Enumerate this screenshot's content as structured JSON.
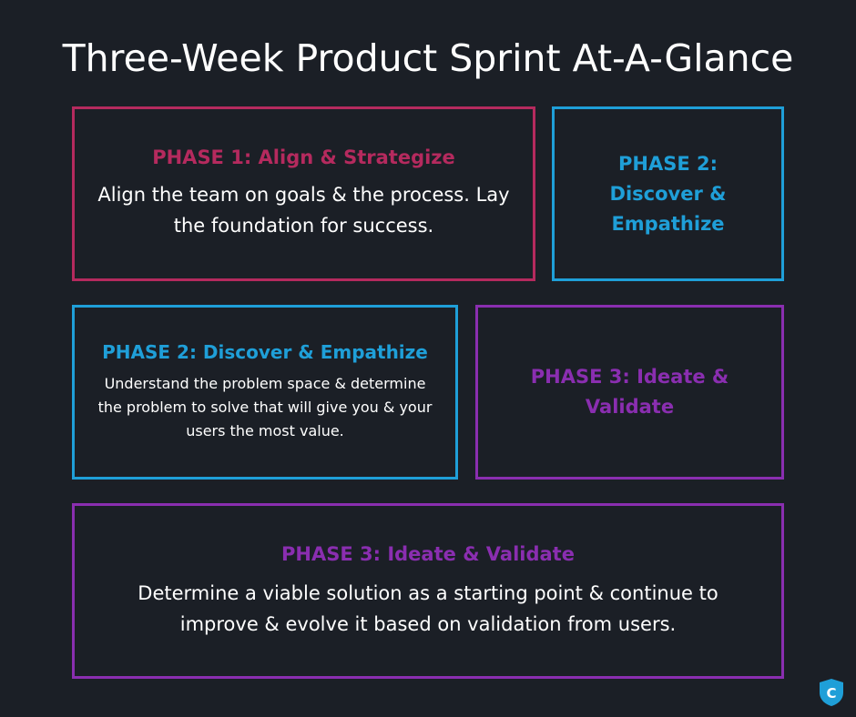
{
  "title": "Three-Week Product Sprint At-A-Glance",
  "colors": {
    "background": "#1b1f26",
    "phase1": "#b52a5e",
    "phase2": "#1f9fd8",
    "phase3": "#8a2eb0"
  },
  "boxes": [
    {
      "heading": "PHASE 1: Align & Strategize",
      "body": "Align the team on goals & the process. Lay the foundation for success."
    },
    {
      "heading": "PHASE 2: Discover & Empathize"
    },
    {
      "heading": "PHASE 2: Discover & Empathize",
      "body": "Understand the problem space & determine the problem to solve that will give you & your users the most value."
    },
    {
      "heading": "PHASE 3: Ideate & Validate"
    },
    {
      "heading": "PHASE 3: Ideate & Validate",
      "body": "Determine a viable solution as a starting point & continue to improve & evolve it based on validation from users."
    }
  ],
  "logo": {
    "icon": "shield-c-logo-icon",
    "letter": "C"
  }
}
